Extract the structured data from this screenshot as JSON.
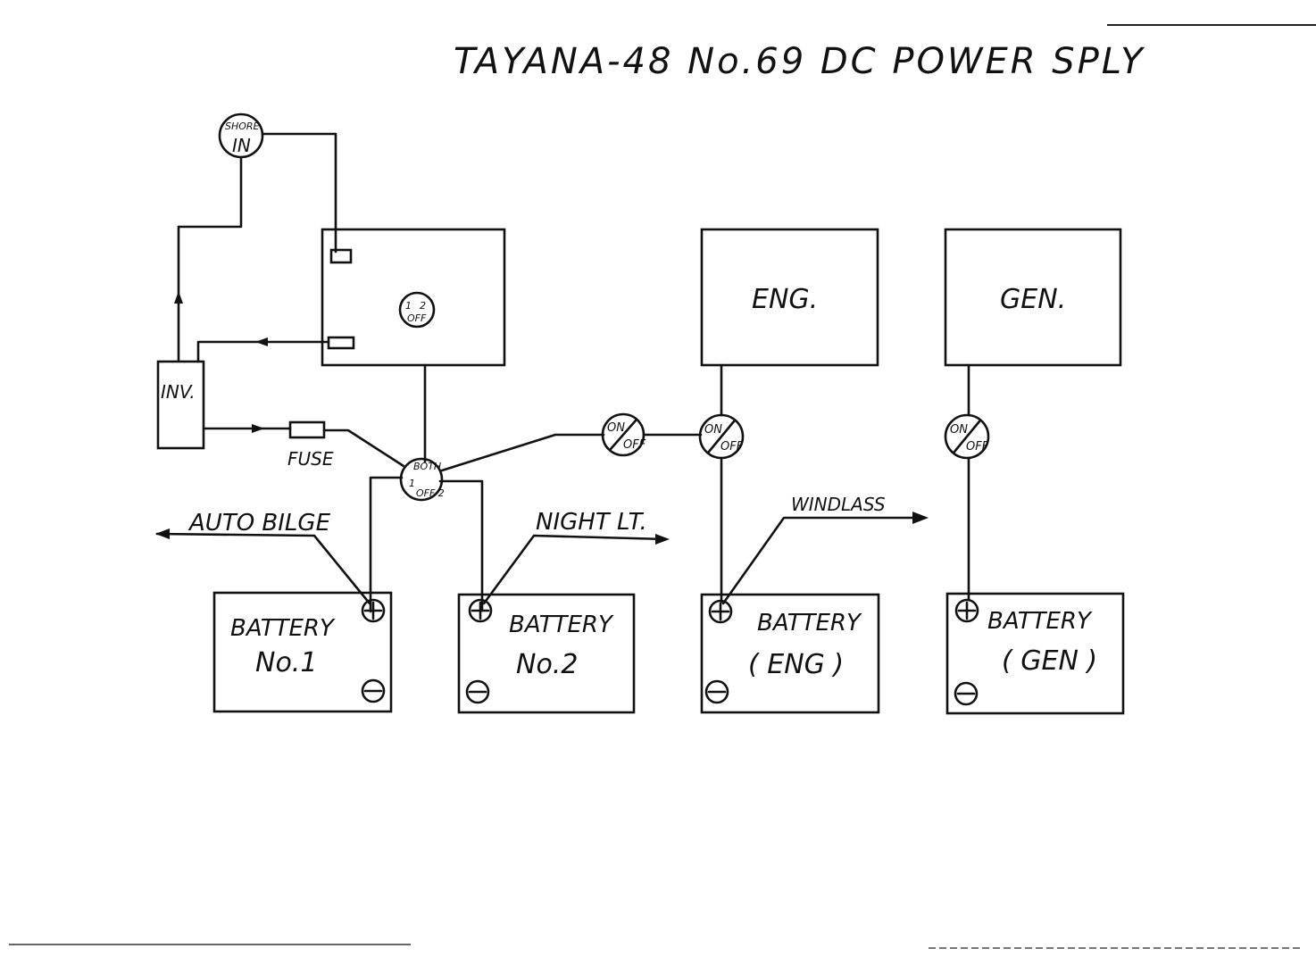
{
  "title": "TAYANA-48 No.69 DC POWER SPLY",
  "nodes": {
    "shore": {
      "line1": "SHORE",
      "line2": "IN"
    },
    "inverter": {
      "label": "INV."
    },
    "panel_switch": {
      "line1": "1",
      "line2": "2",
      "line3": "OFF"
    },
    "engine": {
      "label": "ENG."
    },
    "generator": {
      "label": "GEN."
    },
    "fuse": {
      "label": "FUSE"
    },
    "bat_selector": {
      "line1": "BOTH",
      "line2": "1",
      "line3": "OFF 2"
    },
    "switch_a": {
      "line1": "ON",
      "line2": "OFF"
    },
    "switch_b": {
      "line1": "ON",
      "line2": "OFF"
    },
    "switch_c": {
      "line1": "ON",
      "line2": "OFF"
    }
  },
  "loads": {
    "auto_bilge": "AUTO BILGE",
    "night_lt": "NIGHT LT.",
    "windlass": "WINDLASS"
  },
  "batteries": [
    {
      "line1": "BATTERY",
      "line2": "No.1"
    },
    {
      "line1": "BATTERY",
      "line2": "No.2"
    },
    {
      "line1": "BATTERY",
      "line2": "( ENG )"
    },
    {
      "line1": "BATTERY",
      "line2": "( GEN )"
    }
  ],
  "colors": {
    "ink": "#111111",
    "paper": "#ffffff"
  }
}
